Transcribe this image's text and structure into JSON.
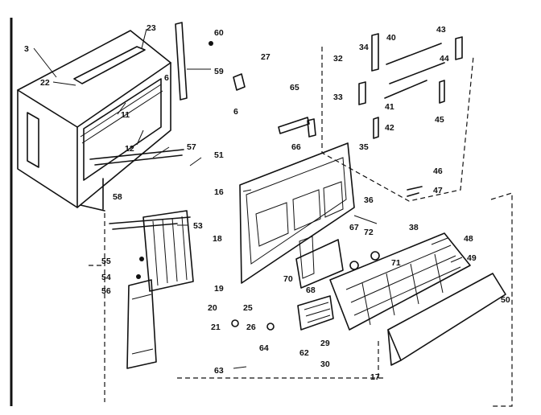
{
  "diagram": {
    "callouts": [
      "3",
      "22",
      "23",
      "11",
      "12",
      "60",
      "6",
      "59",
      "27",
      "6",
      "57",
      "51",
      "58",
      "53",
      "55",
      "54",
      "56",
      "65",
      "66",
      "16",
      "18",
      "19",
      "70",
      "68",
      "67",
      "72",
      "71",
      "36",
      "38",
      "32",
      "34",
      "40",
      "43",
      "44",
      "33",
      "41",
      "42",
      "45",
      "35",
      "46",
      "47",
      "48",
      "49",
      "50",
      "20",
      "21",
      "25",
      "26",
      "64",
      "62",
      "29",
      "30",
      "17",
      "63"
    ]
  }
}
